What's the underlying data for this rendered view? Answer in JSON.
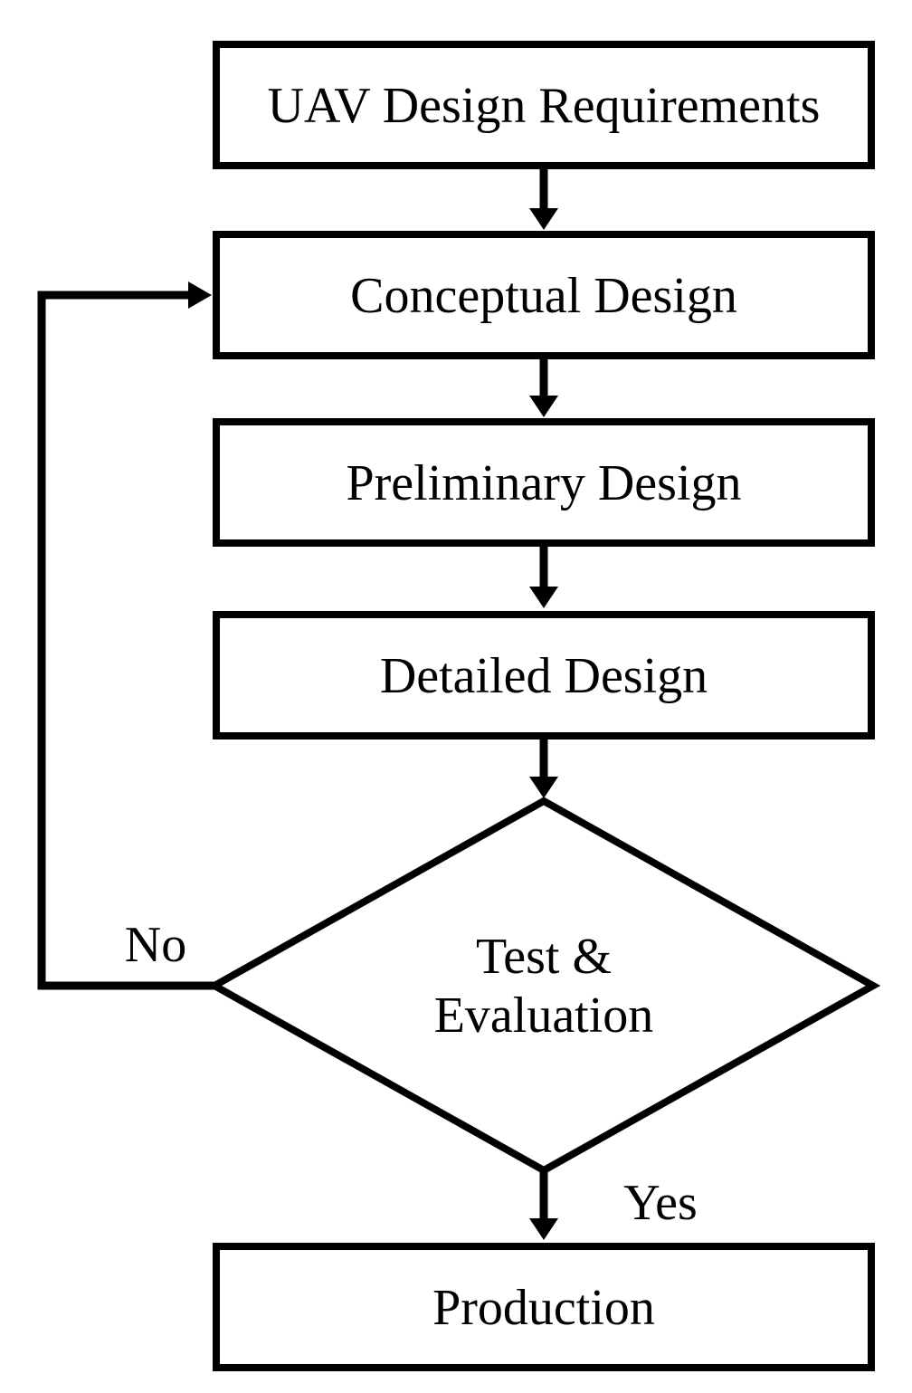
{
  "nodes": {
    "requirements": "UAV Design Requirements",
    "conceptual": "Conceptual Design",
    "preliminary": "Preliminary Design",
    "detailed": "Detailed Design",
    "decision": {
      "line1": "Test &",
      "line2": "Evaluation"
    },
    "production": "Production"
  },
  "edges": {
    "no_label": "No",
    "yes_label": "Yes"
  },
  "colors": {
    "stroke": "#000000",
    "node_fill": "#ffffff",
    "background": "#ffffff"
  }
}
